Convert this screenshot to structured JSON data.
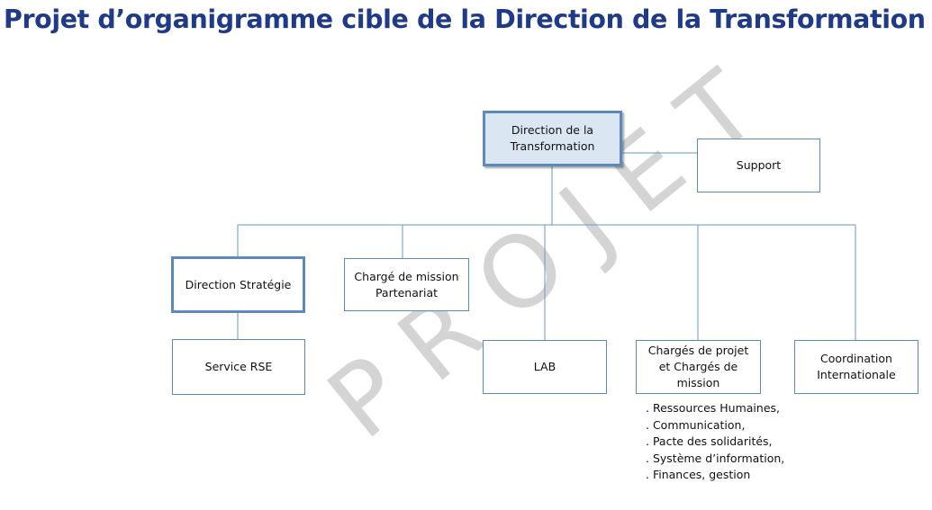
{
  "title": "Projet d’organigramme cible de la Direction de la Transformation",
  "watermark": "PROJET",
  "org": {
    "root": "Direction  de la\nTransformation",
    "support": "Support",
    "direction_strategie": "Direction  Stratégie",
    "charge_mission_partenariat": "Chargé de mission\nPartenariat",
    "service_rse": "Service RSE",
    "lab": "LAB",
    "charges_projet": "Chargés de projet\net Chargés de\nmission",
    "coordination": "Coordination\nInternationale",
    "charges_domains": [
      ". Ressources Humaines,",
      ". Communication,",
      ". Pacte des solidarités,",
      ". Système d’information,",
      ". Finances, gestion"
    ]
  },
  "colors": {
    "title": "#1f3a86",
    "box_border": "#5b8bbd",
    "root_fill": "#dbe6f3",
    "connector": "#6b97bf",
    "watermark": "#d4d4d4"
  }
}
